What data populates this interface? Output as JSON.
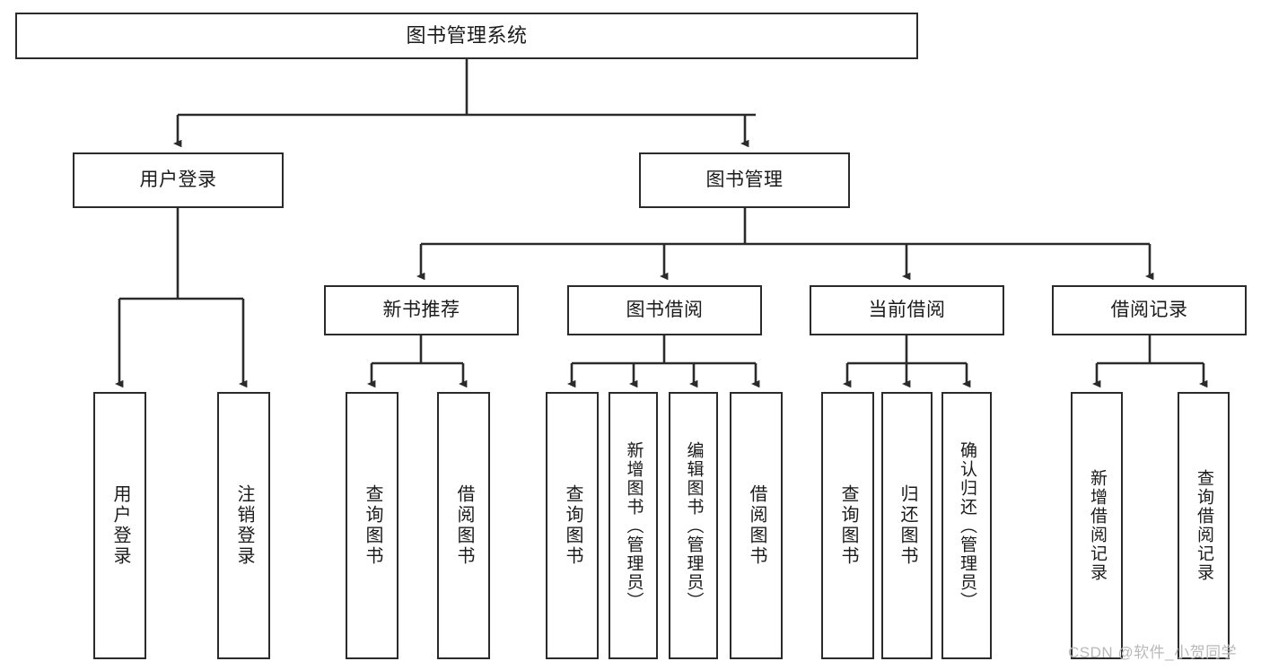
{
  "diagram": {
    "title": "图书管理系统",
    "type": "tree-hierarchy",
    "watermark": "CSDN @软件_小贺同学",
    "colors": {
      "background": "#ffffff",
      "node_border": "#2b2b2b",
      "node_fill": "#ffffff",
      "edge": "#2b2b2b",
      "text": "#1b1b1b",
      "watermark": "#b9b9b9"
    },
    "nodes": {
      "root": {
        "label": "图书管理系统"
      },
      "level2": [
        {
          "id": "user-login",
          "label": "用户登录"
        },
        {
          "id": "book-manage",
          "label": "图书管理"
        }
      ],
      "level3": [
        {
          "id": "new-book-rec",
          "label": "新书推荐"
        },
        {
          "id": "book-borrow",
          "label": "图书借阅"
        },
        {
          "id": "current-borrow",
          "label": "当前借阅"
        },
        {
          "id": "borrow-record",
          "label": "借阅记录"
        }
      ],
      "leaves": [
        {
          "id": "leaf-user-login",
          "label": "用户登录",
          "parent": "user-login"
        },
        {
          "id": "leaf-logout",
          "label": "注销登录",
          "parent": "user-login"
        },
        {
          "id": "leaf-query-book-1",
          "label": "查询图书",
          "parent": "new-book-rec"
        },
        {
          "id": "leaf-borrow-book-1",
          "label": "借阅图书",
          "parent": "new-book-rec"
        },
        {
          "id": "leaf-query-book-2",
          "label": "查询图书",
          "parent": "book-borrow"
        },
        {
          "id": "leaf-add-book",
          "label": "新增图书（管理员）",
          "parent": "book-borrow"
        },
        {
          "id": "leaf-edit-book",
          "label": "编辑图书（管理员）",
          "parent": "book-borrow"
        },
        {
          "id": "leaf-borrow-book-2",
          "label": "借阅图书",
          "parent": "book-borrow"
        },
        {
          "id": "leaf-query-book-3",
          "label": "查询图书",
          "parent": "current-borrow"
        },
        {
          "id": "leaf-return-book",
          "label": "归还图书",
          "parent": "current-borrow"
        },
        {
          "id": "leaf-confirm-return",
          "label": "确认归还（管理员）",
          "parent": "current-borrow"
        },
        {
          "id": "leaf-add-record",
          "label": "新增借阅记录",
          "parent": "borrow-record"
        },
        {
          "id": "leaf-query-record",
          "label": "查询借阅记录",
          "parent": "borrow-record"
        }
      ]
    }
  }
}
